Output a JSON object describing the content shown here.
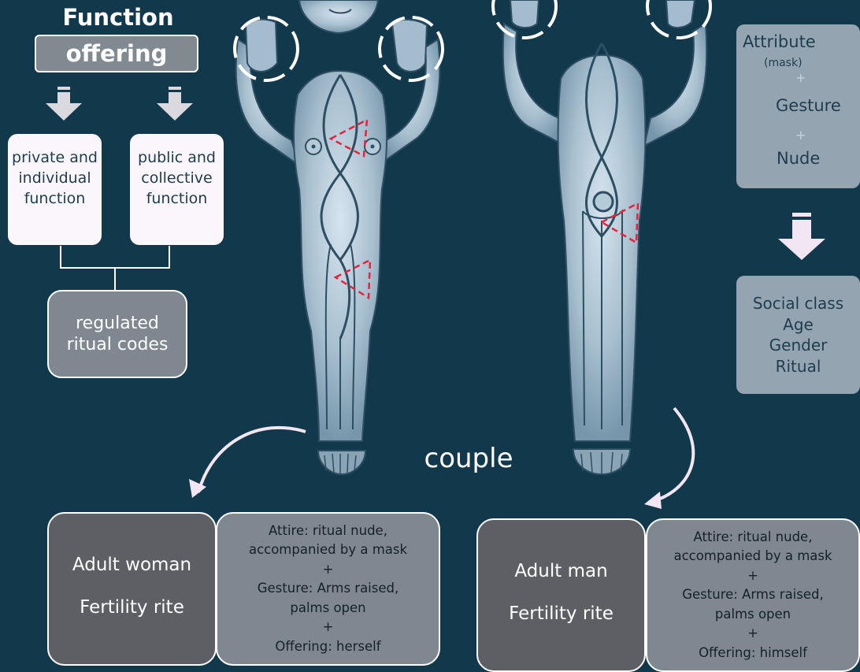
{
  "function_title": "Function",
  "offering_label": "offering",
  "private_box": "private and individual function",
  "public_box": "public and collective function",
  "regulated_box": "regulated ritual codes",
  "legend": {
    "attribute": "Attribute",
    "mask": "(mask)",
    "plus": "+",
    "gesture": "Gesture",
    "nude": "Nude"
  },
  "social_box": {
    "lines": [
      "Social class",
      "Age",
      "Gender",
      "Ritual"
    ]
  },
  "couple_label": "couple",
  "woman": {
    "title": "Adult woman",
    "rite": "Fertility rite",
    "desc": [
      "Attire: ritual nude,",
      "accompanied by a mask",
      "+",
      "Gesture: Arms raised,",
      "palms open",
      "+",
      "Offering: herself"
    ]
  },
  "man": {
    "title": "Adult man",
    "rite": "Fertility rite",
    "desc": [
      "Attire: ritual nude,",
      "accompanied by a mask",
      "+",
      "Gesture: Arms raised,",
      "palms open",
      "+",
      "Offering: himself"
    ]
  },
  "colors": {
    "background": "#12384c",
    "figure": "#9fb7c8",
    "nude_marker": "#e8223c",
    "mask_marker": "#d99a3a",
    "gesture_marker": "#ffffff"
  }
}
